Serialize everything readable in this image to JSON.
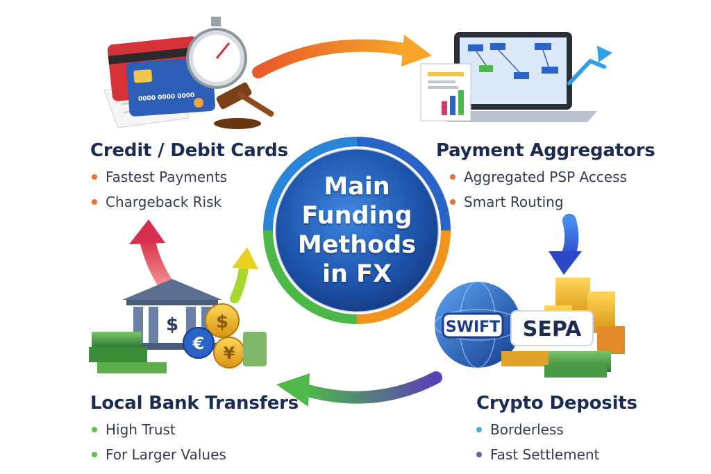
{
  "center": {
    "lines": [
      "Main",
      "Funding",
      "Methods",
      "in FX"
    ]
  },
  "methods": [
    {
      "title": "Credit / Debit Cards",
      "bullets": [
        {
          "text": "Fastest Payments",
          "color": "#e8703a"
        },
        {
          "text": "Chargeback Risk",
          "color": "#e8703a"
        }
      ]
    },
    {
      "title": "Payment Aggregators",
      "bullets": [
        {
          "text": "Aggregated PSP Access",
          "color": "#e8703a"
        },
        {
          "text": "Smart Routing",
          "color": "#e8703a"
        }
      ]
    },
    {
      "title": "Crypto Deposits",
      "bullets": [
        {
          "text": "Borderless",
          "color": "#3fb0e0"
        },
        {
          "text": "Fast Settlement",
          "color": "#5a5fc0"
        }
      ]
    },
    {
      "title": "Local Bank Transfers",
      "bullets": [
        {
          "text": "High Trust",
          "color": "#5cc04a"
        },
        {
          "text": "For Larger Values",
          "color": "#5cc04a"
        }
      ]
    }
  ],
  "icons": {
    "swift_label": "SWIFT",
    "sepa_label": "SEPA",
    "dollar_symbol": "$",
    "euro_symbol": "€",
    "yen_symbol": "¥",
    "names": [
      "credit-card-icon",
      "stopwatch-icon",
      "gavel-icon",
      "laptop-dashboard-icon",
      "globe-icon",
      "gold-bars-icon",
      "bank-building-icon",
      "coins-icon",
      "cash-stack-icon"
    ]
  },
  "colors": {
    "ring_blue": "#2a63c8",
    "ring_orange": "#f0941e",
    "ring_green": "#4cb848",
    "center_fill": "#1f5fb4",
    "arrow_orange": "#f07a2a",
    "arrow_blue": "#3a64e0",
    "arrow_purple": "#5a4fc0",
    "arrow_green": "#58c040",
    "arrow_red": "#e0405a"
  }
}
